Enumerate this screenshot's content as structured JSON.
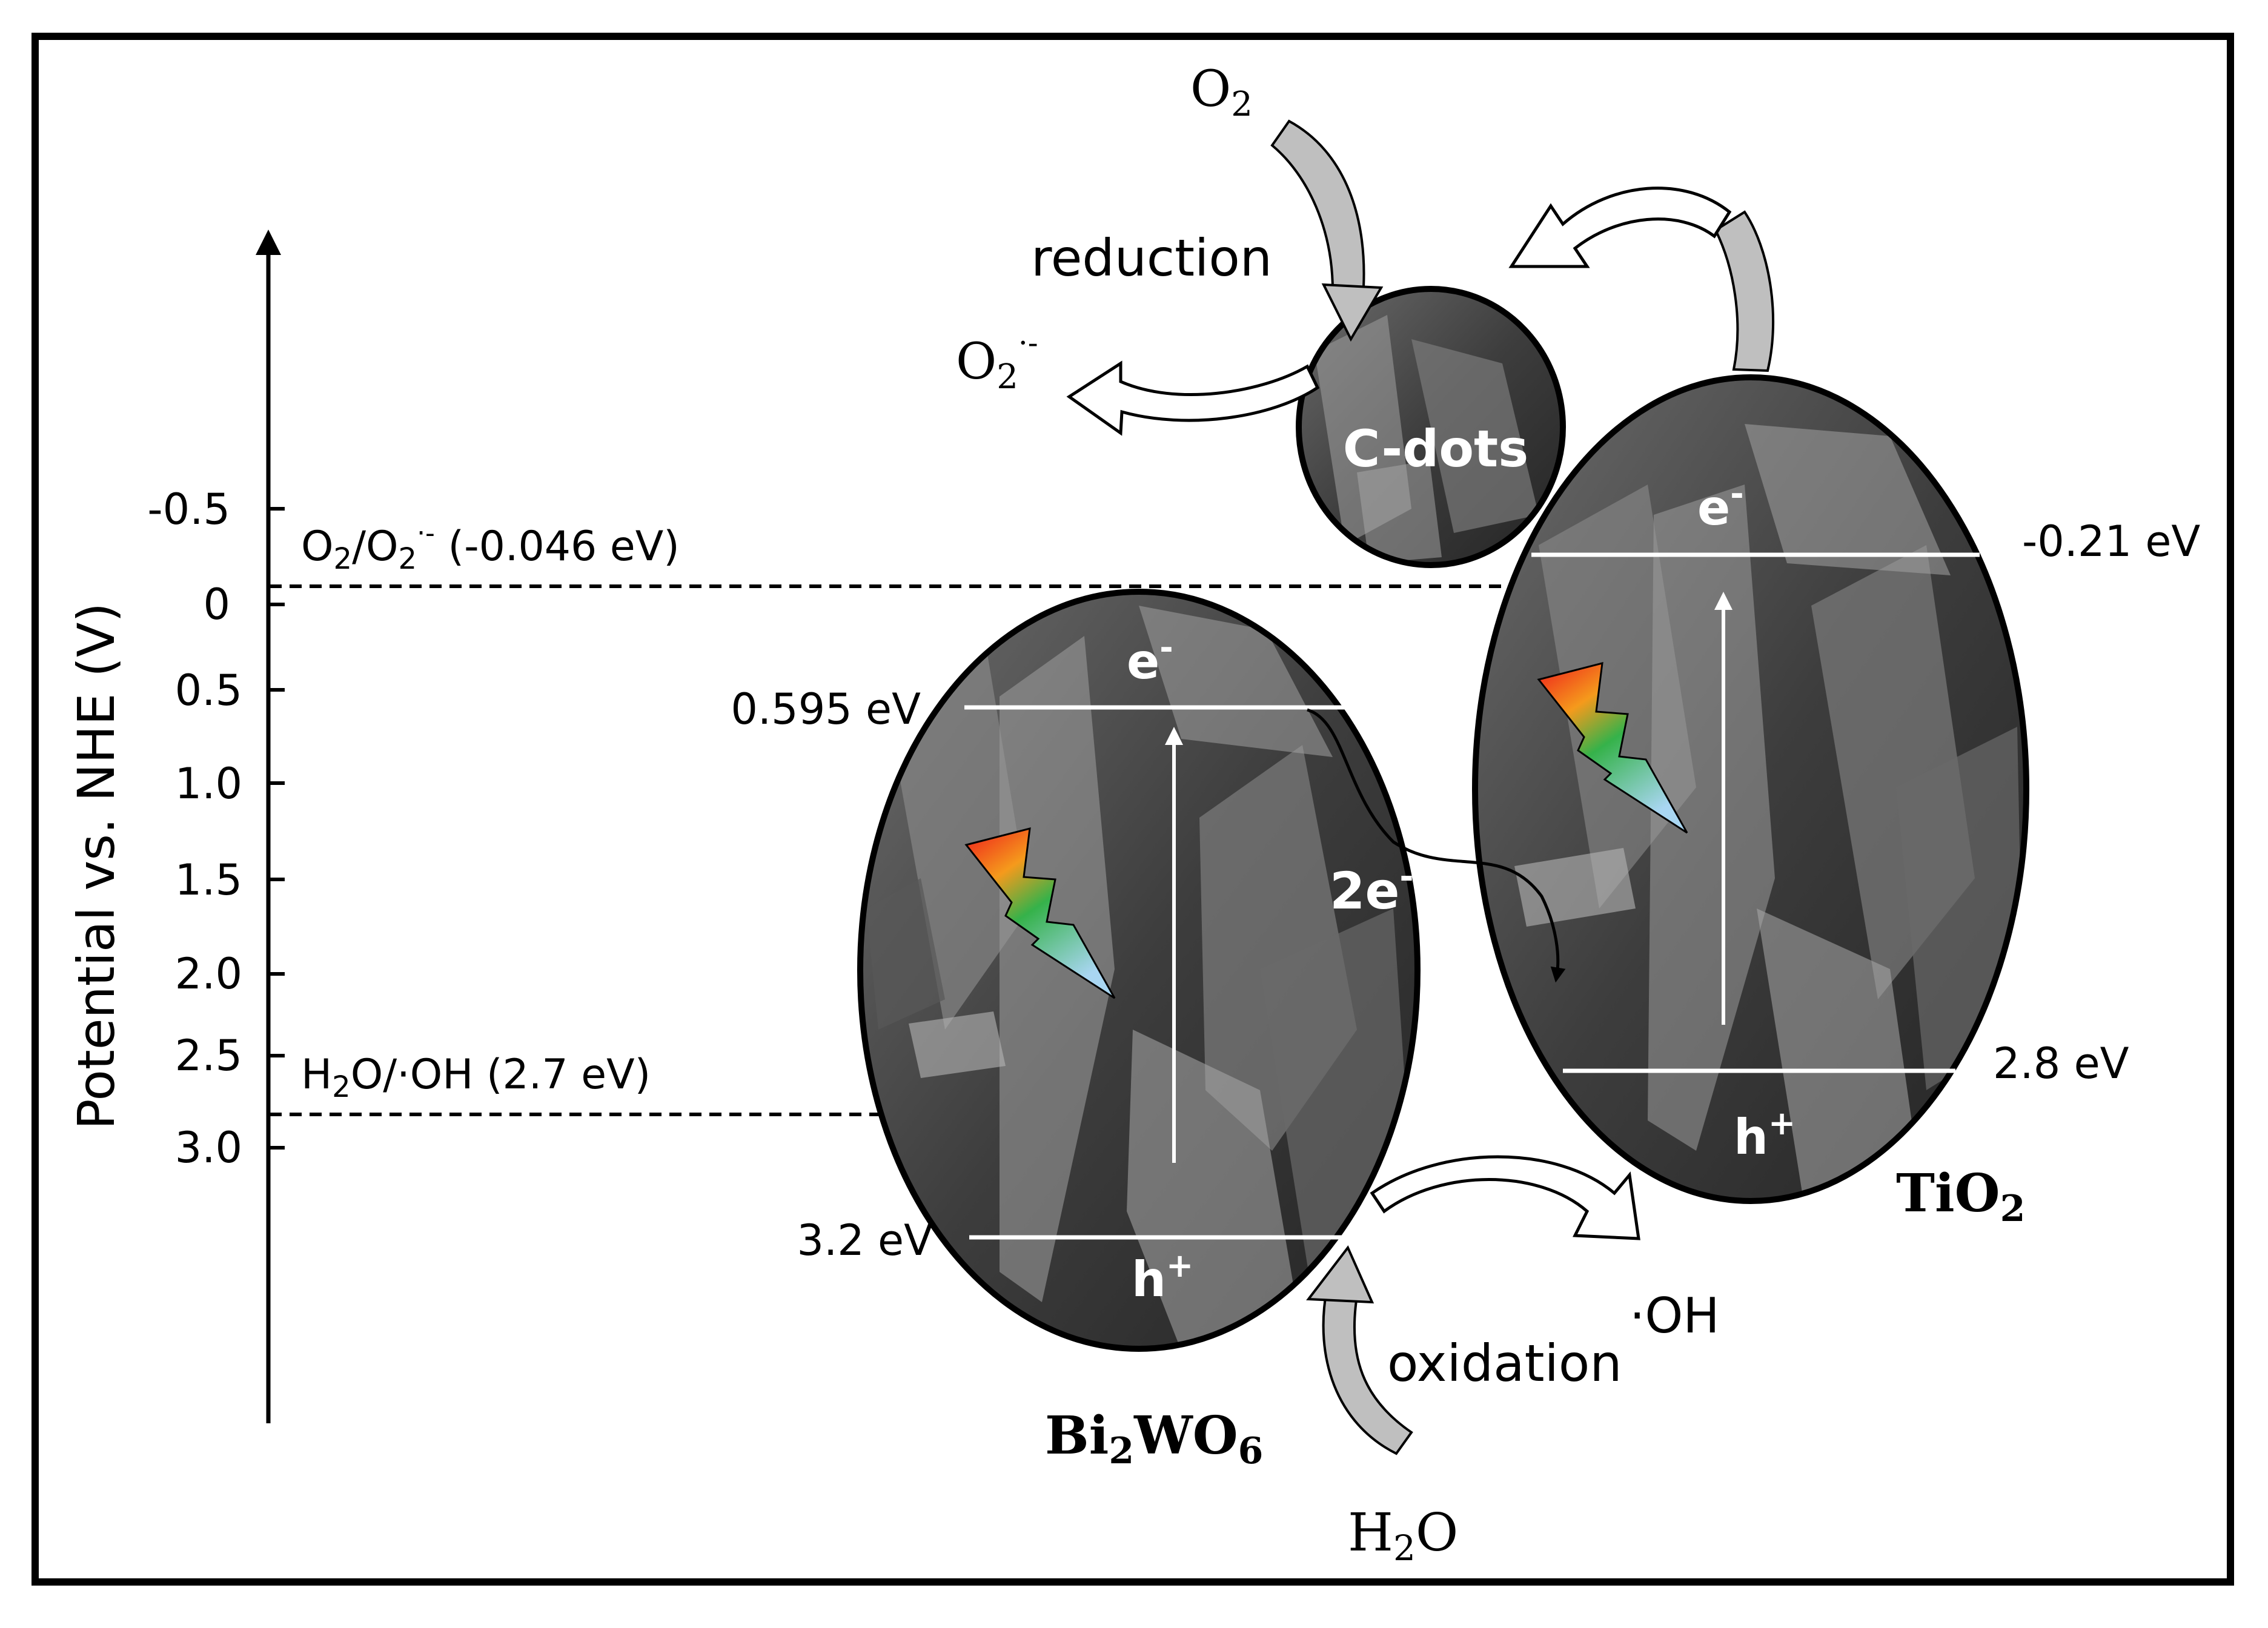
{
  "axis": {
    "label": "Potential vs. NHE (V)",
    "ticks": [
      "-0.5",
      "0",
      "0.5",
      "1.0",
      "1.5",
      "2.0",
      "2.5",
      "3.0"
    ]
  },
  "references": {
    "o2": {
      "prefix": "O",
      "sub": "2",
      "mid": "/O",
      "sub2": "2",
      "sup": "·-",
      "suffix": " (-0.046 eV)"
    },
    "h2o": {
      "prefix": "H",
      "sub": "2",
      "suffix": "O/·OH (2.7 eV)"
    }
  },
  "bi2wo6": {
    "name": {
      "a": "Bi",
      "sub1": "2",
      "b": "WO",
      "sub2": "6"
    },
    "cb": "0.595 eV",
    "vb": "3.2 eV",
    "electron": {
      "base": "e",
      "sup": "-"
    },
    "hole": {
      "base": "h",
      "sup": "+"
    }
  },
  "tio2": {
    "name": {
      "a": "TiO",
      "sub1": "2"
    },
    "cb": "-0.21 eV",
    "vb": "2.8 eV",
    "electron": {
      "base": "e",
      "sup": "-"
    },
    "hole": {
      "base": "h",
      "sup": "+"
    }
  },
  "cdots": {
    "label": "C-dots"
  },
  "transfer": {
    "base": "2e",
    "sup": "-"
  },
  "reduction": {
    "label": "reduction",
    "reactant": {
      "base": "O",
      "sub": "2"
    },
    "product": {
      "base": "O",
      "sub": "2",
      "sup": "·-"
    }
  },
  "oxidation": {
    "label": "oxidation",
    "reactant": {
      "base": "H",
      "sub": "2",
      "tail": "O"
    },
    "product": "·OH"
  }
}
